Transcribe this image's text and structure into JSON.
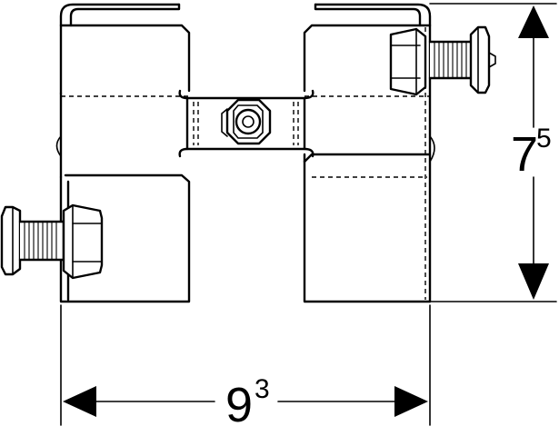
{
  "dimensions": {
    "height": {
      "main": "7",
      "sup": "5"
    },
    "width": {
      "main": "9",
      "sup": "3"
    }
  }
}
